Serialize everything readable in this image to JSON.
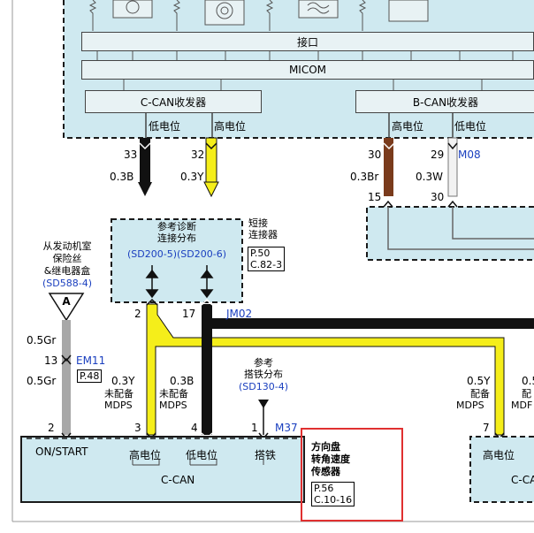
{
  "ecu_block": {
    "interface_label": "接口",
    "micom_label": "MICOM",
    "ccan_transceiver": "C-CAN收发器",
    "bcan_transceiver": "B-CAN收发器",
    "ccan_low": "低电位",
    "ccan_high": "高电位",
    "bcan_high": "高电位",
    "bcan_low": "低电位"
  },
  "upper_pins": {
    "p33": "33",
    "p32": "32",
    "p30": "30",
    "p29": "29",
    "conn_m08": "M08",
    "w_03b": "0.3B",
    "w_03y": "0.3Y",
    "w_03br": "0.3Br",
    "w_03w": "0.3W",
    "p15": "15",
    "p30b": "30"
  },
  "joint_box": {
    "title_line1": "参考诊断",
    "title_line2": "连接分布",
    "ref": "(SD200-5)(SD200-6)",
    "short_line1": "短接",
    "short_line2": "连接器",
    "page_ref_p": "P.50",
    "page_ref_c": "C.82-3"
  },
  "fuse_box": {
    "line1": "从发动机室",
    "line2": "保险丝",
    "line3": "&继电器盒",
    "ref": "(SD588-4)",
    "symbol": "A"
  },
  "left_wires": {
    "w_05gr_top": "0.5Gr",
    "pin13": "13",
    "conn_em11": "EM11",
    "w_05gr_bot": "0.5Gr",
    "page_p48": "P.48",
    "pin2_left": "2"
  },
  "mid_wires": {
    "pin2": "2",
    "pin17": "17",
    "conn_jm02": "JM02",
    "w_03y": "0.3Y",
    "w_03b": "0.3B",
    "not_equipped_1": "未配备",
    "mdps_1": "MDPS",
    "not_equipped_2": "未配备",
    "mdps_2": "MDPS"
  },
  "ground_ref": {
    "line1": "参考",
    "line2": "搭铁分布",
    "ref": "(SD130-4)",
    "pin1": "1",
    "conn_m37": "M37"
  },
  "right_wires": {
    "w_05y": "0.5Y",
    "equipped": "配备",
    "mdps": "MDPS",
    "w_05_cut": "0.5",
    "equipped_cut": "配",
    "mdps_cut": "MDF",
    "pin7": "7"
  },
  "sensor_box": {
    "pin2": "2",
    "pin3": "3",
    "pin4": "4",
    "on_start": "ON/START",
    "high": "高电位",
    "low": "低电位",
    "ground": "搭铁",
    "ccan": "C-CAN"
  },
  "sensor_label": {
    "line1": "方向盘",
    "line2": "转角速度",
    "line3": "传感器",
    "page_p": "P.56",
    "page_c": "C.10-16"
  },
  "right_module": {
    "high": "高电位",
    "ccan_cut": "C-CA"
  },
  "colors": {
    "panel": "#cfe9f0",
    "wire_black": "#111111",
    "wire_yellow": "#f5ee1a",
    "wire_brown": "#7a3b1c",
    "wire_gray": "#a8a8a8",
    "highlight": "#e03030",
    "link": "#1a3fbf"
  }
}
